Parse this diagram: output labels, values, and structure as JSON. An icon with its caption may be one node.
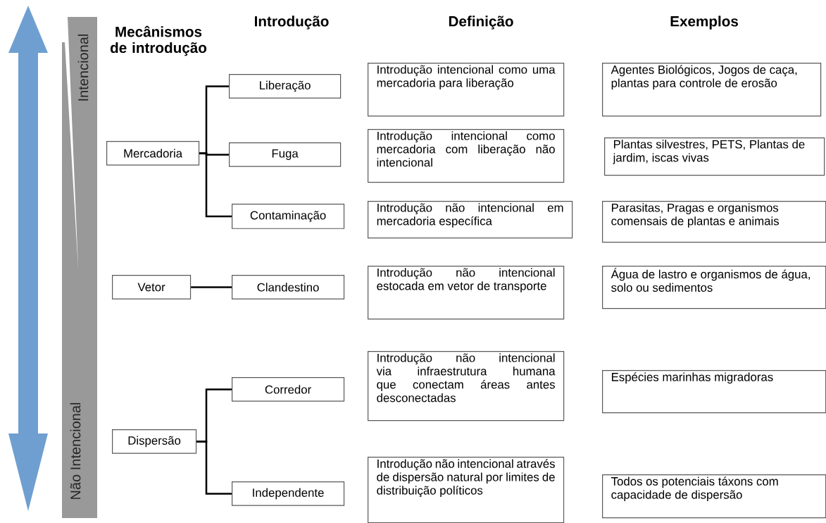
{
  "diagram": {
    "nodes": [
      {
        "text": [
          "Mercadoria"
        ]
      },
      {
        "text": [
          "Vetor"
        ]
      },
      {
        "text": [
          "Dispersão"
        ]
      },
      {
        "text": [
          "Liberação"
        ]
      },
      {
        "text": [
          "Fuga"
        ]
      },
      {
        "text": [
          "Contaminação"
        ]
      },
      {
        "text": [
          "Clandestino"
        ]
      },
      {
        "text": [
          "Corredor"
        ]
      },
      {
        "text": [
          "Independente"
        ]
      },
      {
        "text": [
          "Introdução intencional como uma mercadoria para liberação"
        ]
      },
      {
        "text": [
          "Introdução intencional como mercadoria com liberação não intencional"
        ]
      },
      {
        "text": [
          "Introdução não intencional em mercadoria específica"
        ]
      },
      {
        "text": [
          "Introdução não intencional estocada em vetor de transporte"
        ]
      },
      {
        "text": [
          "Introdução não intencional via infraestrutura humana que conectam áreas antes desconectadas"
        ]
      },
      {
        "text": [
          "Introdução não intencional através de dispersão natural por limites de distribuição políticos"
        ]
      },
      {
        "text": [
          "Agentes Biológicos, Jogos de caça, plantas para controle de erosão"
        ]
      },
      {
        "text": [
          "Plantas silvestres, PETS, Plantas de jardim, iscas vivas"
        ]
      },
      {
        "text": [
          "Parasitas, Pragas e organismos comensais de plantas e animais"
        ]
      },
      {
        "text": [
          "Água de lastro e organismos de água, solo ou sedimentos"
        ]
      },
      {
        "text": [
          "Espécies marinhas migradoras"
        ]
      },
      {
        "text": [
          "Todos os potenciais táxons com capacidade de dispersão"
        ]
      }
    ],
    "edges": [
      {
        "from": 0,
        "to": 3,
        "arrow": "none"
      },
      {
        "from": 0,
        "to": 4,
        "arrow": "none"
      },
      {
        "from": 0,
        "to": 5,
        "arrow": "none"
      },
      {
        "from": 1,
        "to": 6,
        "arrow": "none"
      },
      {
        "from": 2,
        "to": 7,
        "arrow": "none"
      },
      {
        "from": 2,
        "to": 8,
        "arrow": "none"
      }
    ],
    "labels": [
      "Mecânismos de introdução",
      "Introdução",
      "Definição",
      "Exemplos",
      "Intencional",
      "Não Intencional"
    ]
  }
}
